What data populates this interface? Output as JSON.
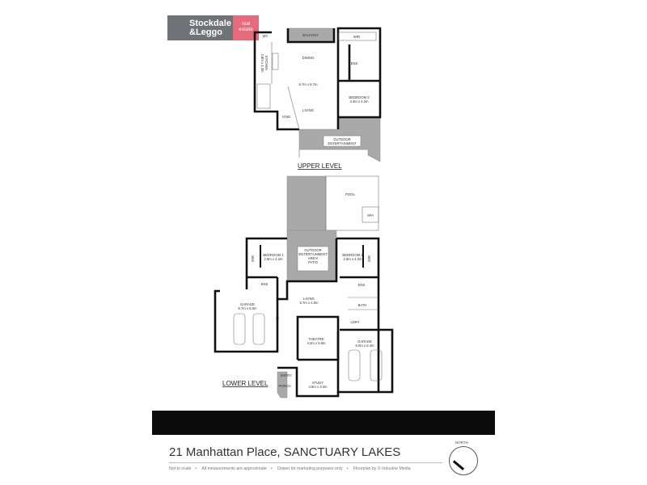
{
  "logo": {
    "brand_line1": "Stockdale",
    "brand_line2": "&Leggo",
    "tag_line1": "real",
    "tag_line2": "estate",
    "colors": {
      "grey": "#6f7378",
      "pink": "#e86a7a"
    }
  },
  "upper_level": {
    "title": "UPPER LEVEL",
    "rooms": {
      "wc": "WC",
      "balcony": "BALCONY",
      "wir": "WIR",
      "ens": "ENS",
      "kitchen": "KITCHEN",
      "kitchen_size": "2.8m x 4.3m",
      "dining": "DINING",
      "living_dining_size": "8.7m x 8.7m",
      "living": "LIVING",
      "void": "VOID",
      "bedroom3": "BEDROOM 3",
      "bedroom3_size": "4.4m x 4.2m",
      "outdoor": "OUTDOOR",
      "entertainment": "ENTERTAINMENT"
    }
  },
  "lower_level": {
    "title": "LOWER LEVEL",
    "rooms": {
      "pool": "POOL",
      "spa": "SPA",
      "bedroom1": "BEDROOM 1",
      "bedroom1_size": "2.8m x 4.2m",
      "bedroom2": "BEDROOM 2",
      "bedroom2_size": "2.8m x 4.2m",
      "wir": "WIR",
      "patio_1": "OUTDOOR",
      "patio_2": "ENTERTAINMENT",
      "patio_3": "AREA/",
      "patio_4": "PATIO",
      "ens": "ENS",
      "garage_left": "GARAGE",
      "garage_left_size": "6.7m x 6.0m",
      "living": "LIVING",
      "living_size": "6.7m x 4.0m",
      "bath": "BATH",
      "ldry": "LDRY",
      "theatre": "THEATRE",
      "theatre_size": "4.2m x 5.6m",
      "garage_right": "GARAGE",
      "garage_right_size": "6.0m x 6.4m",
      "entry": "ENTRY",
      "porch": "PORCH",
      "study": "STUDY",
      "study_size": "4.5m x 3.2m"
    }
  },
  "footer": {
    "address": "21 Manhattan Place, SANCTUARY LAKES",
    "notes": [
      "Not to scale",
      "All measurements are approximate",
      "Drawn for marketing purposes only",
      "Floorplan by © Industrie Media"
    ],
    "north_label": "NORTH"
  }
}
